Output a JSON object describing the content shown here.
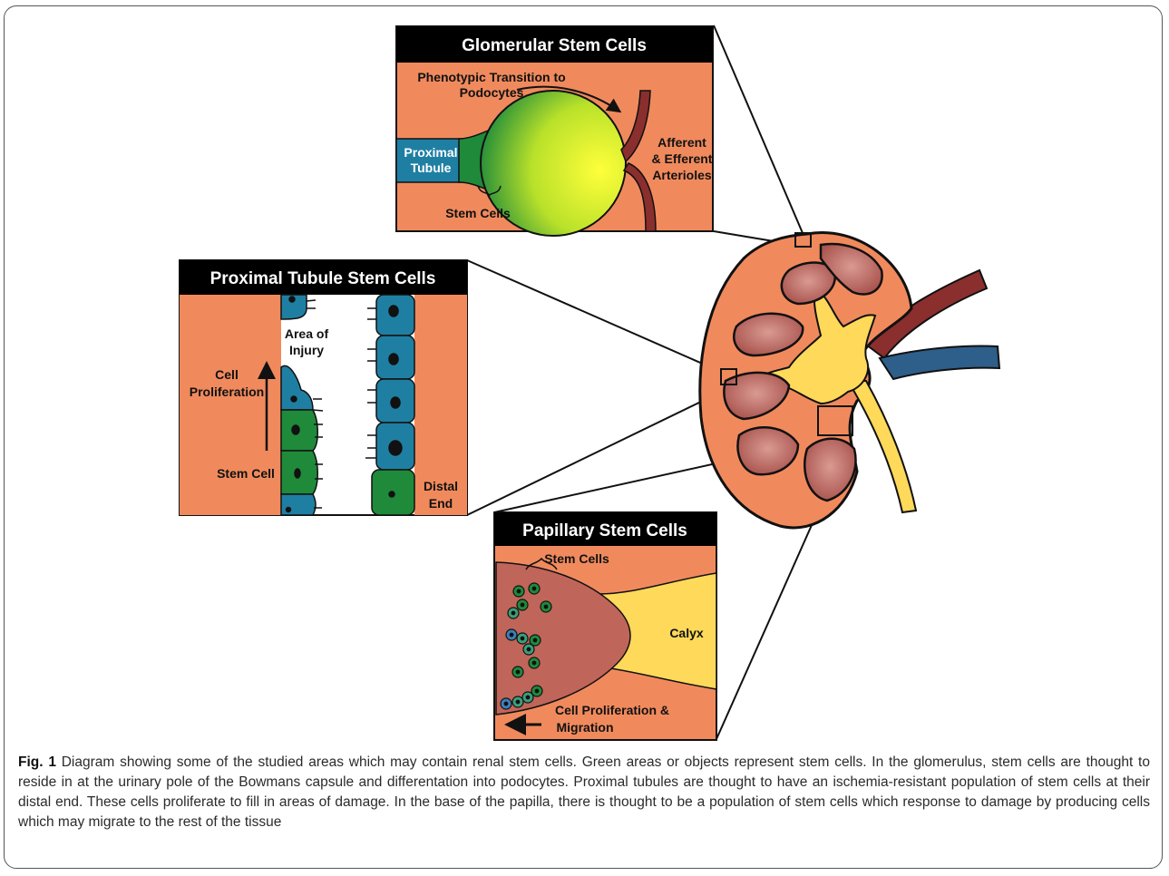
{
  "panels": {
    "glomerular": {
      "title": "Glomerular Stem Cells",
      "transition_line1": "Phenotypic Transition to",
      "transition_line2": "Podocytes",
      "proximal_line1": "Proximal",
      "proximal_line2": "Tubule",
      "arterioles_line1": "Afferent",
      "arterioles_line2": "& Efferent",
      "arterioles_line3": "Arterioles",
      "stem_cells": "Stem Cells"
    },
    "proximal": {
      "title": "Proximal Tubule Stem Cells",
      "injury_line1": "Area of",
      "injury_line2": "Injury",
      "proliferation_line1": "Cell",
      "proliferation_line2": "Proliferation",
      "stem_cell": "Stem Cell",
      "distal_line1": "Distal",
      "distal_line2": "End"
    },
    "papillary": {
      "title": "Papillary Stem Cells",
      "stem_cells": "Stem Cells",
      "calyx": "Calyx",
      "migration_line1": "Cell Proliferation &",
      "migration_line2": "Migration"
    }
  },
  "caption": {
    "label": "Fig. 1",
    "text": " Diagram showing some of the studied areas which may contain renal stem cells. Green areas or objects represent stem cells. In the glomerulus, stem cells are thought to reside in at the urinary pole of the Bowmans capsule and differentation into podocytes. Proximal tubules are thought to have an ischemia-resistant population of stem cells at their distal end. These cells proliferate to fill in areas of damage. In the base of the papilla, there is thought to be a population of stem cells which response to damage by producing cells which may migrate to the rest of the tissue"
  },
  "colors": {
    "tissue": "#F08A5D",
    "tubule": "#1F7FA3",
    "stem": "#1E8A3A",
    "artery": "#8B2E2E",
    "vein": "#2E5E8A",
    "calyx": "#FFD95A",
    "papilla": "#C0655A"
  }
}
